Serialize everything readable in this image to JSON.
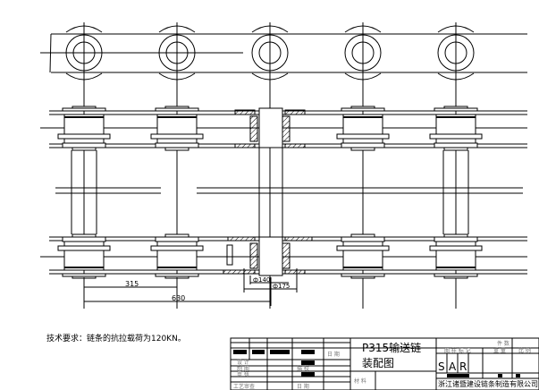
{
  "drawing": {
    "pitch_centers_count": 5,
    "dimensions": {
      "pitch": "315",
      "double_pitch": "630",
      "inner_dia": "ф140",
      "outer_dia": "ф175"
    },
    "technical_requirement": "技术要求：链条的抗拉载荷为120KN。"
  },
  "title_block": {
    "title_line1": "P315输送链",
    "title_line2": "装配图",
    "date1": "日 期",
    "design": "设 计",
    "drafting": "制 图",
    "review": "审 核",
    "process_review": "工艺审查",
    "trace_check": "描 校",
    "date2": "日 期",
    "material": "材 料",
    "quantity": "件 数",
    "drawing_mark": "图 样 标 记",
    "weight": "重 量",
    "scale": "比 例",
    "mark_s": "S",
    "mark_a": "A",
    "mark_r": "R",
    "company": "浙江诸暨建设链条制造有限公司"
  }
}
